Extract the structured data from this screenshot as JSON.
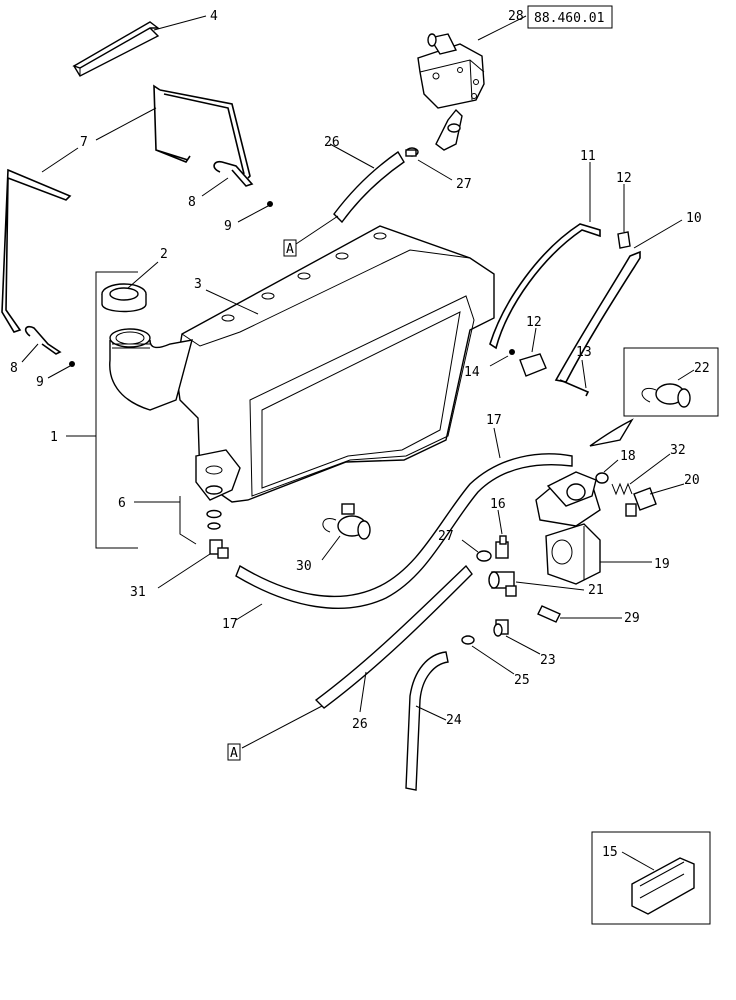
{
  "reference_box": "88.460.01",
  "connector_marker": "A",
  "callouts": {
    "p1": "1",
    "p2": "2",
    "p3": "3",
    "p4": "4",
    "p6": "6",
    "p7": "7",
    "p8": "8",
    "p9": "9",
    "p10": "10",
    "p11": "11",
    "p12": "12",
    "p13": "13",
    "p14": "14",
    "p15": "15",
    "p16": "16",
    "p17": "17",
    "p18": "18",
    "p19": "19",
    "p20": "20",
    "p21": "21",
    "p22": "22",
    "p23": "23",
    "p24": "24",
    "p25": "25",
    "p26": "26",
    "p27": "27",
    "p28": "28",
    "p29": "29",
    "p30": "30",
    "p31": "31",
    "p32": "32"
  }
}
